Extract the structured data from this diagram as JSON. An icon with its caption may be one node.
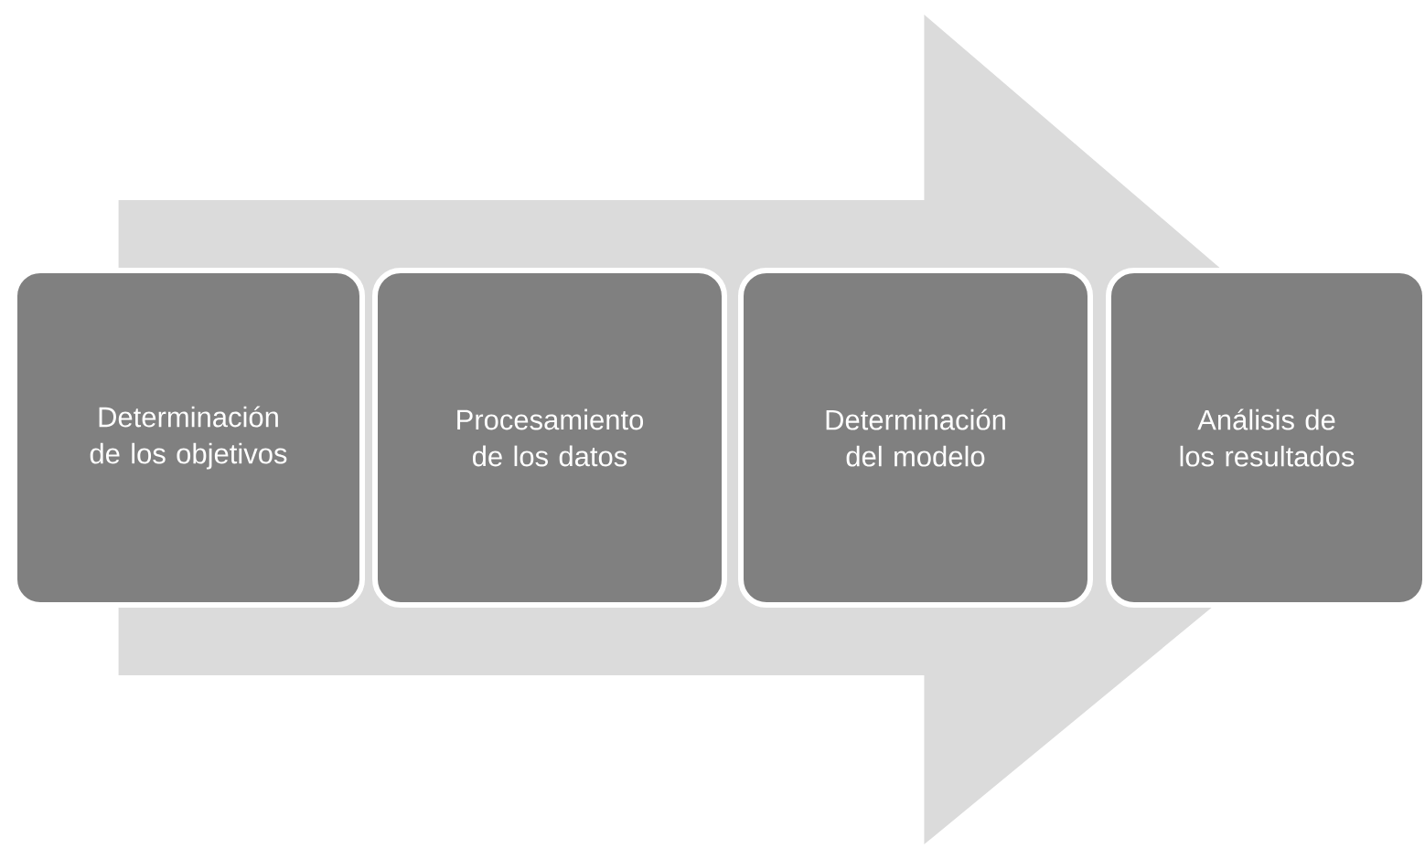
{
  "diagram": {
    "nodes": [
      {
        "text": [
          "Determinación de los objetivos"
        ]
      },
      {
        "text": [
          "Procesamiento de los datos"
        ]
      },
      {
        "text": [
          "Determinación del modelo"
        ]
      },
      {
        "text": [
          "Análisis de los resultados"
        ]
      }
    ],
    "edges": [
      {
        "from": 0,
        "to": 3,
        "arrow": "to"
      }
    ]
  }
}
